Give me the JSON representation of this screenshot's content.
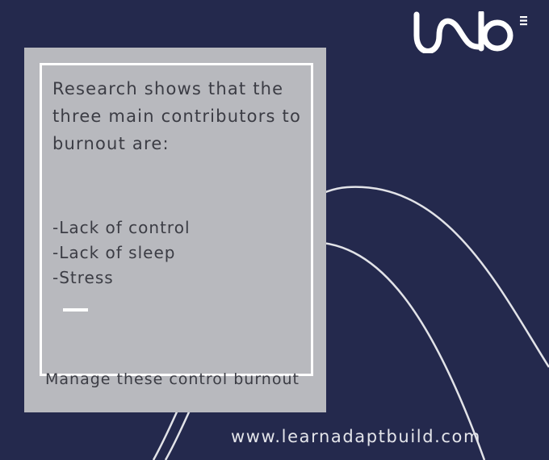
{
  "brand": {
    "logo_text": "lab",
    "website": "www.learnadaptbuild.com"
  },
  "card": {
    "intro": "Research shows that the three main contributors to burnout are:",
    "contributors": [
      "-Lack of control",
      "-Lack of sleep",
      "-Stress"
    ],
    "footer": "Manage these control burnout"
  },
  "colors": {
    "background": "#24294d",
    "card": "#b8b9be",
    "text": "#3b3c44",
    "accent": "#ffffff"
  }
}
